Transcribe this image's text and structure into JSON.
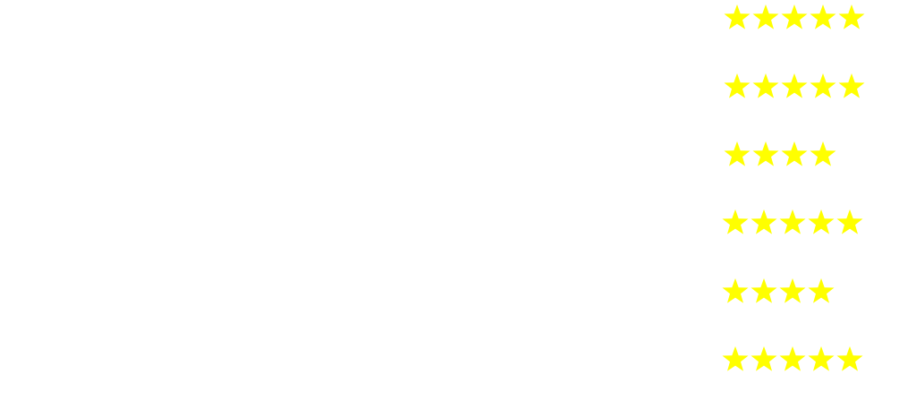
{
  "star_color": "#ffff00",
  "star_icon": "star-icon",
  "ratings": [
    {
      "stars": 5
    },
    {
      "stars": 5
    },
    {
      "stars": 4
    },
    {
      "stars": 5
    },
    {
      "stars": 4
    },
    {
      "stars": 5
    }
  ]
}
